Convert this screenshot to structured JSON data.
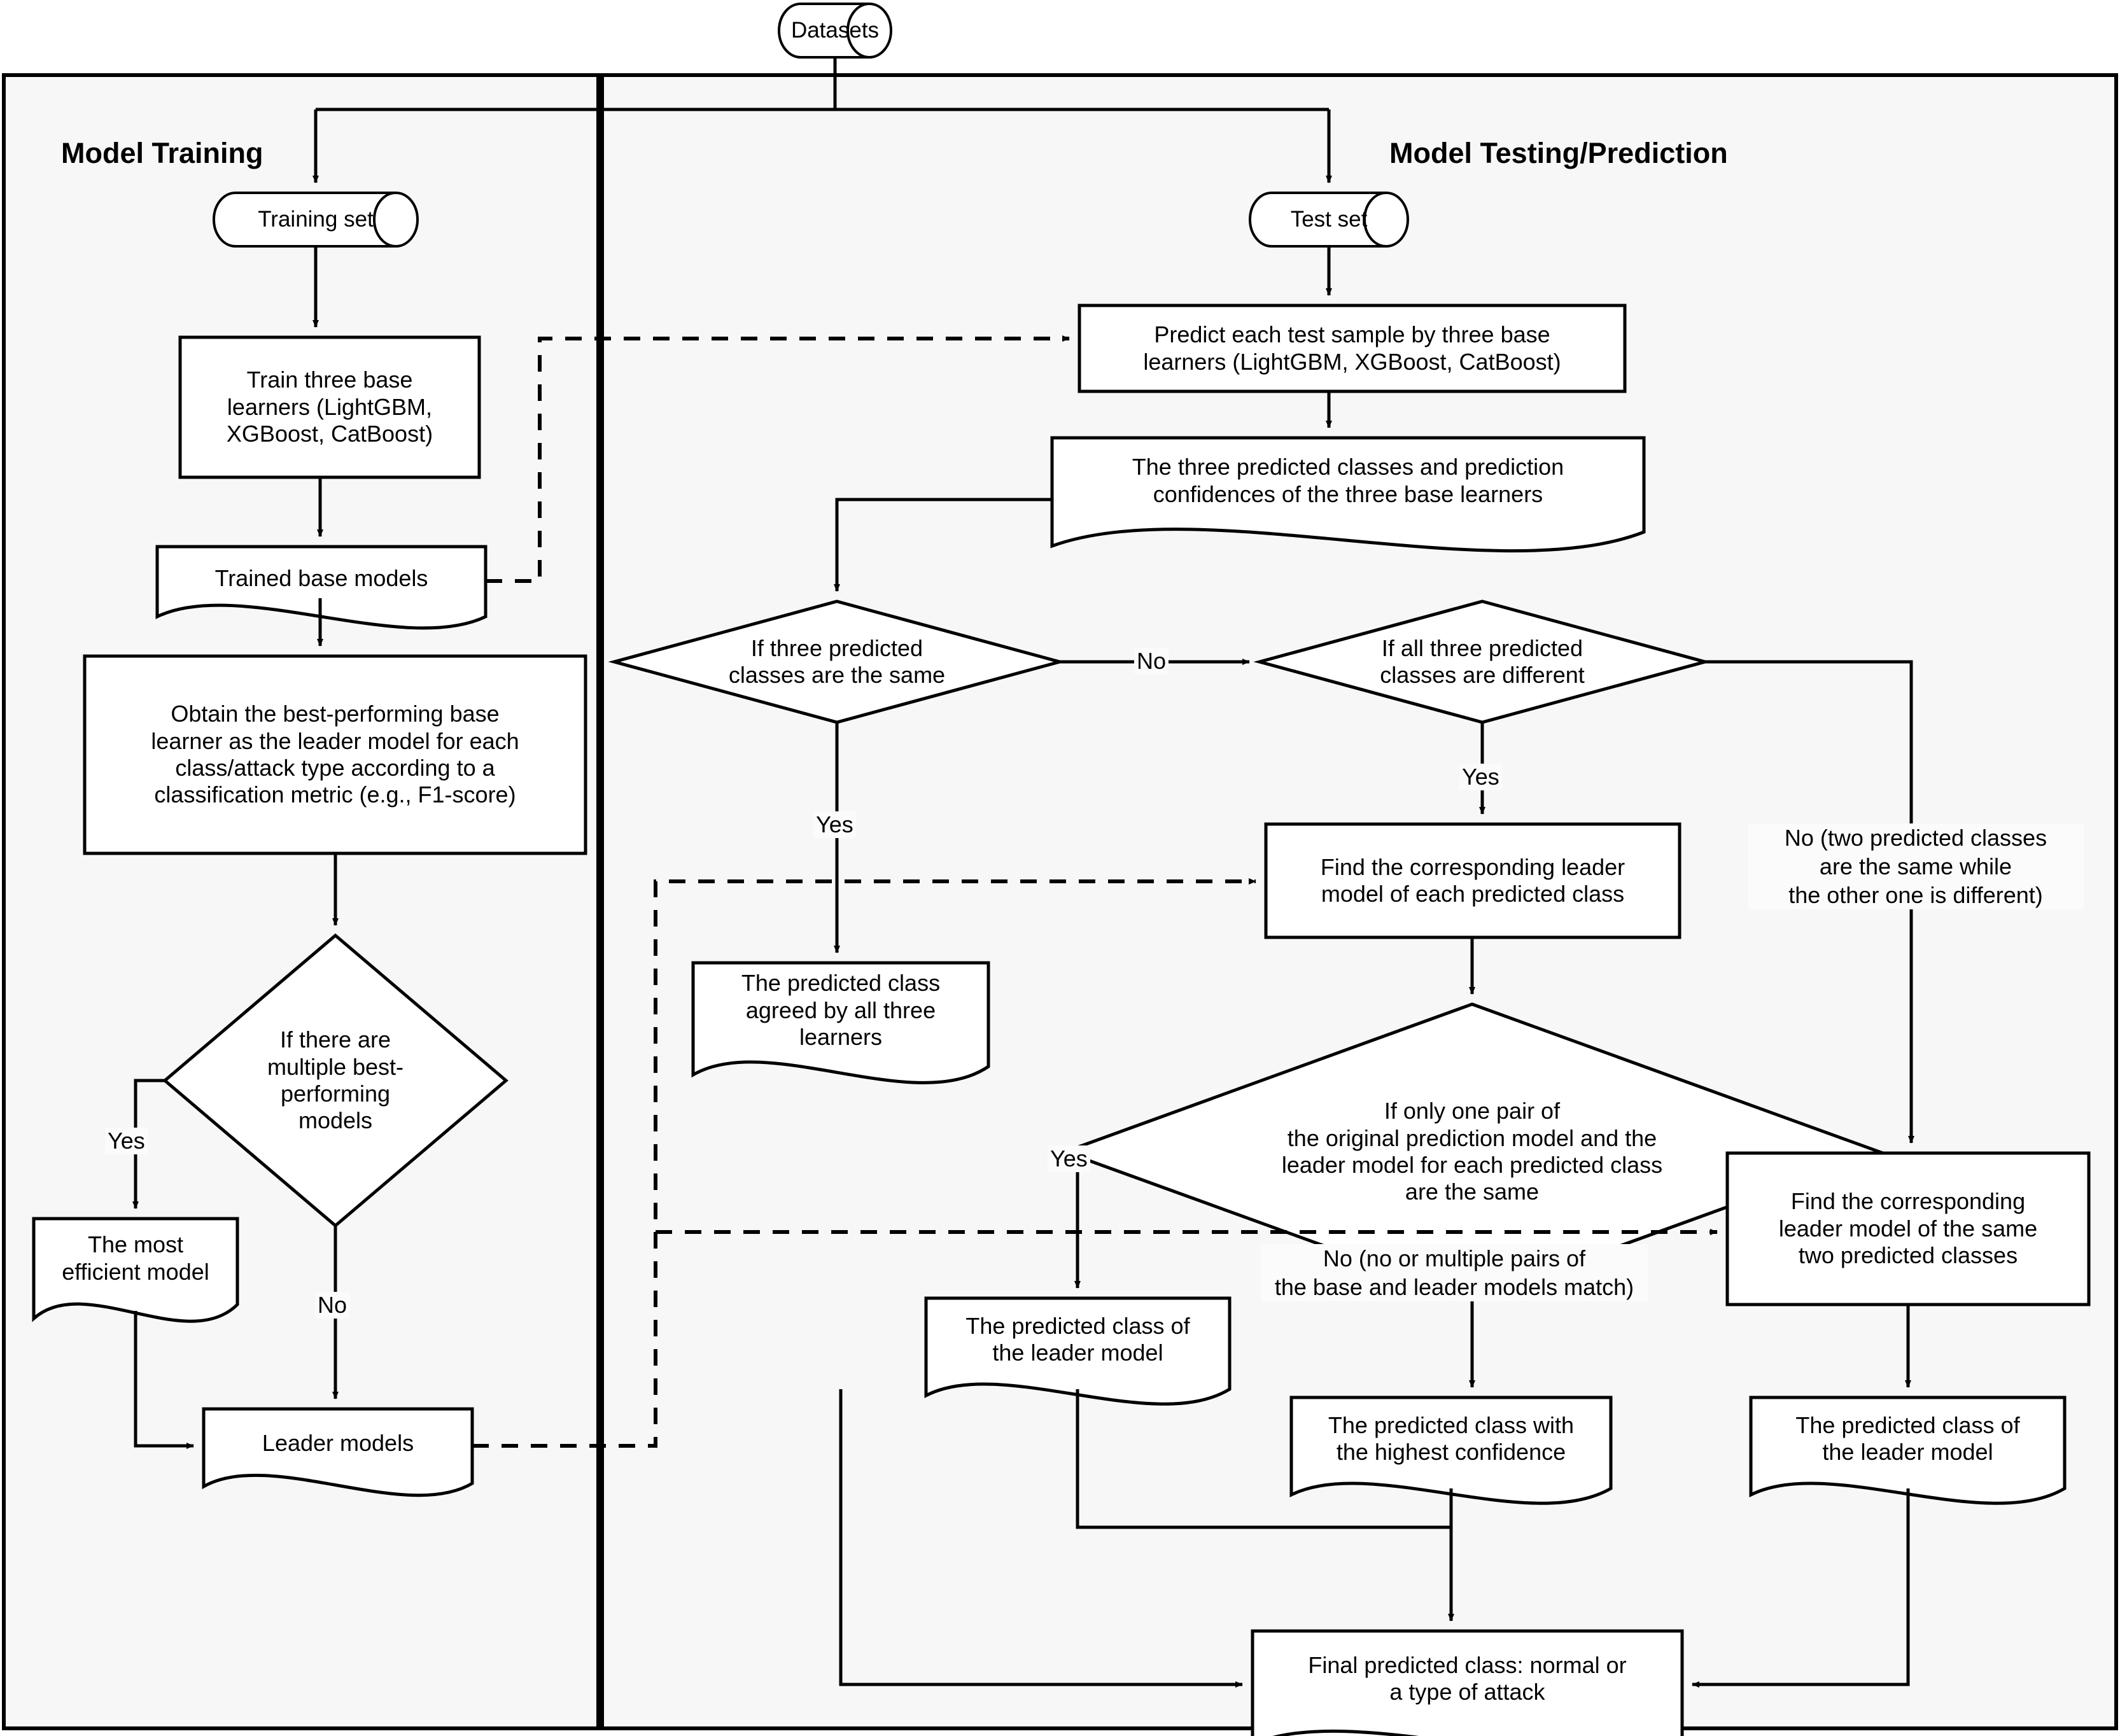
{
  "diagram": {
    "type": "flowchart",
    "background": "#ffffff",
    "panel_fill": "#f7f7f7",
    "stroke": "#000000",
    "panels": [
      {
        "id": "model-training",
        "title": "Model Training"
      },
      {
        "id": "model-testing",
        "title": "Model Testing/Prediction"
      }
    ],
    "nodes": [
      {
        "id": "datasets",
        "shape": "cylinder",
        "text": "Datasets"
      },
      {
        "id": "training-set",
        "shape": "cylinder",
        "text": "Training set"
      },
      {
        "id": "test-set",
        "shape": "cylinder",
        "text": "Test set"
      },
      {
        "id": "train-base-learners",
        "shape": "process",
        "text": "Train three base\nlearners (LightGBM,\nXGBoost, CatBoost)"
      },
      {
        "id": "trained-base-models",
        "shape": "document",
        "text": "Trained base models"
      },
      {
        "id": "obtain-leader",
        "shape": "process",
        "text": "Obtain the best-performing base\nlearner as the leader model for each\nclass/attack type according to a\nclassification metric (e.g., F1-score)"
      },
      {
        "id": "multiple-best",
        "shape": "decision",
        "text": "If there are\nmultiple best-\nperforming\nmodels"
      },
      {
        "id": "most-efficient",
        "shape": "document",
        "text": "The most\nefficient model"
      },
      {
        "id": "leader-models",
        "shape": "document",
        "text": "Leader models"
      },
      {
        "id": "predict-test-sample",
        "shape": "process",
        "text": "Predict each test sample by three base\nlearners (LightGBM, XGBoost, CatBoost)"
      },
      {
        "id": "three-predicted",
        "shape": "document",
        "text": "The three predicted classes and prediction\nconfidences of the three base learners"
      },
      {
        "id": "three-same",
        "shape": "decision",
        "text": "If three predicted\nclasses are the same"
      },
      {
        "id": "all-different",
        "shape": "decision",
        "text": "If all three predicted\nclasses are different"
      },
      {
        "id": "agreed-class",
        "shape": "document",
        "text": "The predicted class\nagreed by all three\nlearners"
      },
      {
        "id": "find-leader-each",
        "shape": "process",
        "text": "Find the corresponding leader\nmodel of each predicted class"
      },
      {
        "id": "one-pair",
        "shape": "decision",
        "text": "If only one pair of\nthe original prediction model and the\nleader model for each predicted class\nare the same"
      },
      {
        "id": "find-leader-two",
        "shape": "process",
        "text": "Find the corresponding\nleader model of the same\ntwo predicted classes"
      },
      {
        "id": "leader-class-a",
        "shape": "document",
        "text": "The predicted class of\nthe leader model"
      },
      {
        "id": "highest-confidence",
        "shape": "document",
        "text": "The predicted class with\nthe highest confidence"
      },
      {
        "id": "leader-class-b",
        "shape": "document",
        "text": "The predicted class of\nthe leader model"
      },
      {
        "id": "final-class",
        "shape": "document",
        "text": "Final predicted class: normal or\na type of attack"
      }
    ],
    "edge_labels": [
      {
        "id": "lbl-yes-multiple",
        "text": "Yes"
      },
      {
        "id": "lbl-no-multiple",
        "text": "No"
      },
      {
        "id": "lbl-no-three-same",
        "text": "No"
      },
      {
        "id": "lbl-yes-three-same",
        "text": "Yes"
      },
      {
        "id": "lbl-yes-different",
        "text": "Yes"
      },
      {
        "id": "lbl-no-two-same",
        "text": "No (two predicted classes\nare the same while\nthe other one is different)"
      },
      {
        "id": "lbl-yes-one-pair",
        "text": "Yes"
      },
      {
        "id": "lbl-no-one-pair",
        "text": "No (no or multiple pairs of\nthe base and leader models match)"
      }
    ]
  }
}
